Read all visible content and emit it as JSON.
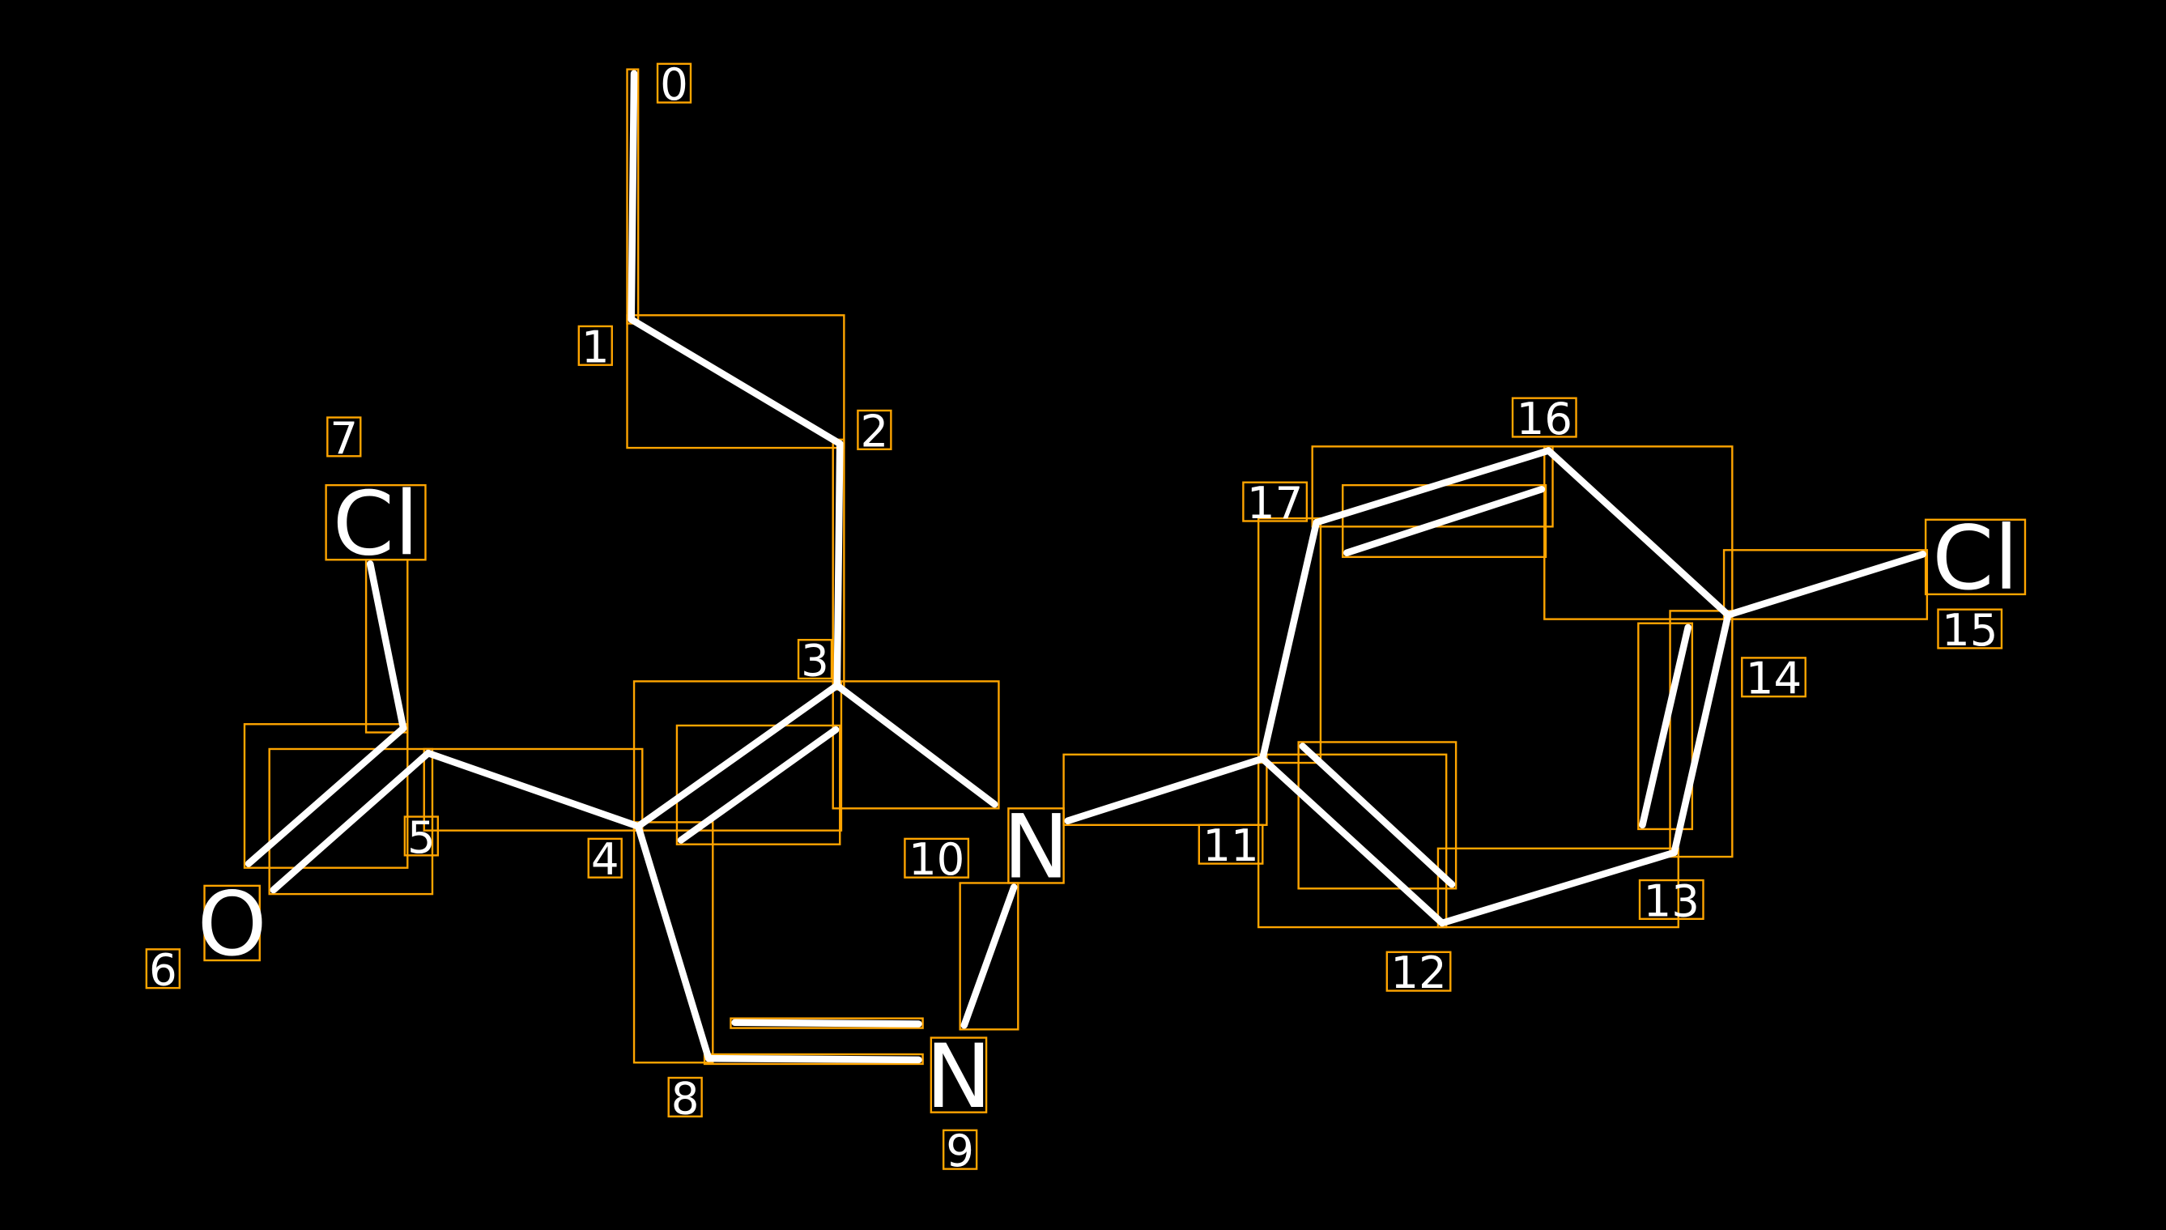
{
  "diagram": {
    "type": "molecule-annotation",
    "colors": {
      "background": "#000000",
      "bond": "#ffffff",
      "box": "#ffa500"
    },
    "atoms": [
      {
        "index": "0",
        "symbol": ""
      },
      {
        "index": "1",
        "symbol": ""
      },
      {
        "index": "2",
        "symbol": ""
      },
      {
        "index": "3",
        "symbol": ""
      },
      {
        "index": "4",
        "symbol": ""
      },
      {
        "index": "5",
        "symbol": ""
      },
      {
        "index": "6",
        "symbol": "O"
      },
      {
        "index": "7",
        "symbol": "Cl"
      },
      {
        "index": "8",
        "symbol": ""
      },
      {
        "index": "9",
        "symbol": "N"
      },
      {
        "index": "10",
        "symbol": "N"
      },
      {
        "index": "11",
        "symbol": ""
      },
      {
        "index": "12",
        "symbol": ""
      },
      {
        "index": "13",
        "symbol": ""
      },
      {
        "index": "14",
        "symbol": ""
      },
      {
        "index": "15",
        "symbol": "Cl"
      },
      {
        "index": "16",
        "symbol": ""
      },
      {
        "index": "17",
        "symbol": ""
      }
    ],
    "bonds": [
      {
        "from": 0,
        "to": 1,
        "order": 1
      },
      {
        "from": 1,
        "to": 2,
        "order": 1
      },
      {
        "from": 2,
        "to": 3,
        "order": 1
      },
      {
        "from": 3,
        "to": 4,
        "order": 2
      },
      {
        "from": 3,
        "to": 10,
        "order": 1
      },
      {
        "from": 4,
        "to": 5,
        "order": 1
      },
      {
        "from": 5,
        "to": 6,
        "order": 2
      },
      {
        "from": 5,
        "to": 7,
        "order": 1
      },
      {
        "from": 4,
        "to": 8,
        "order": 1
      },
      {
        "from": 8,
        "to": 9,
        "order": 2
      },
      {
        "from": 9,
        "to": 10,
        "order": 1
      },
      {
        "from": 10,
        "to": 11,
        "order": 1
      },
      {
        "from": 11,
        "to": 17,
        "order": 1
      },
      {
        "from": 17,
        "to": 16,
        "order": 2
      },
      {
        "from": 16,
        "to": 14,
        "order": 1
      },
      {
        "from": 14,
        "to": 15,
        "order": 1
      },
      {
        "from": 14,
        "to": 13,
        "order": 2
      },
      {
        "from": 13,
        "to": 12,
        "order": 1
      },
      {
        "from": 12,
        "to": 11,
        "order": 2
      }
    ]
  }
}
